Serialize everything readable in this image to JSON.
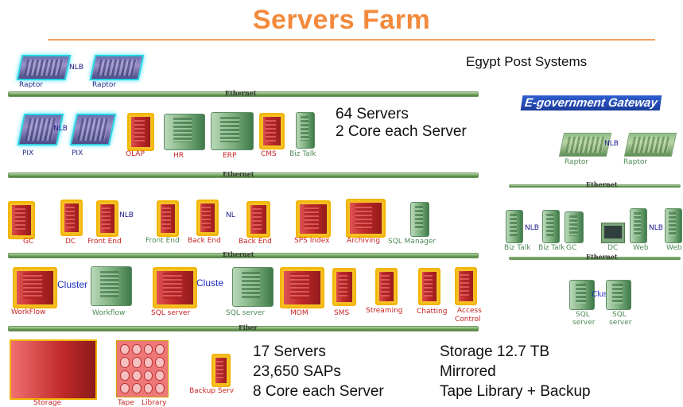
{
  "title": "Servers Farm",
  "right_title": "Egypt Post Systems",
  "egov_title": "E-government Gateway",
  "bus": {
    "ethernet": "Ethernet",
    "fiber": "Fiber"
  },
  "nlb": "NLB",
  "nl_short": "NL",
  "cluster_long": "Cluster",
  "cluster_short": "Cluste",
  "row1": {
    "raptor1": "Raptor",
    "raptor2": "Raptor"
  },
  "row2": {
    "pix1": "PIX",
    "pix2": "PIX",
    "olap": "OLAP",
    "hr": "HR",
    "erp": "ERP",
    "cms": "CMS",
    "biztalk": "Biz Talk"
  },
  "stats_top": {
    "line1": "64 Servers",
    "line2": "2 Core each Server"
  },
  "row3": {
    "gc": "GC",
    "dc": "DC",
    "fe1": "Front End",
    "fe2": "Front End",
    "be1": "Back End",
    "be2": "Back End",
    "sps": "SPS Index",
    "archiving": "Archiving",
    "sqlmgr": "SQL Manager"
  },
  "row4": {
    "workflow_red": "WorkFlow",
    "workflow_green": "Workflow",
    "sql_red": "SQL server",
    "sql_green": "SQL server",
    "mom": "MOM",
    "sms": "SMS",
    "streaming": "Streaming",
    "chatting": "Chatting",
    "access1": "Access",
    "access2": "Control"
  },
  "row5": {
    "storage": "Storage",
    "tape": "Tape",
    "library": "Library",
    "backup": "Backup Serv"
  },
  "stats_bottom": {
    "s1": "17 Servers",
    "s2": "23,650 SAPs",
    "s3": "8 Core each Server",
    "s4": "Storage 12.7 TB",
    "s5": "Mirrored",
    "s6": "Tape Library + Backup"
  },
  "egov": {
    "raptor1": "Raptor",
    "raptor2": "Raptor",
    "biztalk1": "Biz Talk",
    "biztalk2": "Biz Talk",
    "gc": "GC",
    "dc": "DC",
    "web1": "Web",
    "web2": "Web",
    "sql1a": "SQL",
    "sql1b": "server",
    "sql2a": "SQL",
    "sql2b": "server"
  }
}
